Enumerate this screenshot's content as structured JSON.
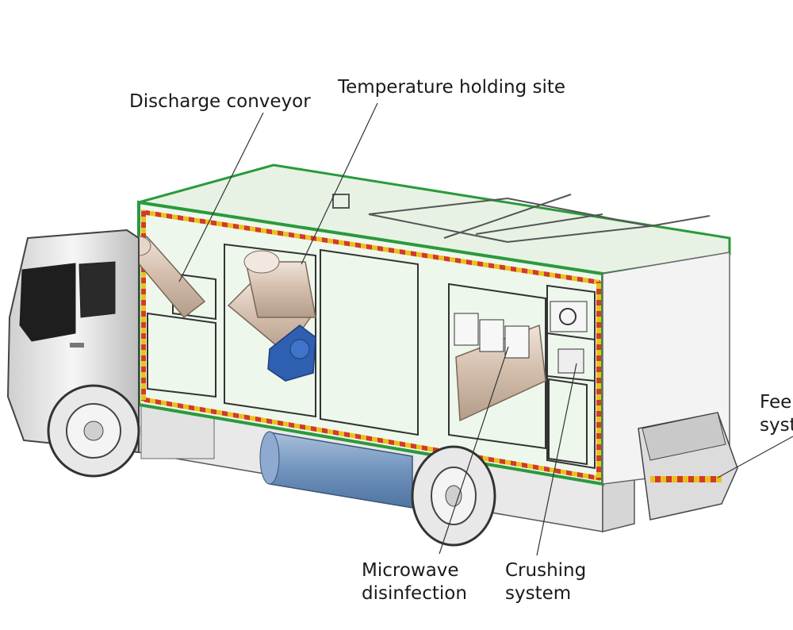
{
  "labels": {
    "discharge_conveyor": "Discharge conveyor",
    "temperature_holding_site": "Temperature holding site",
    "microwave_disinfection": [
      "Microwave",
      "disinfection"
    ],
    "crushing_system": [
      "Crushing",
      "system"
    ],
    "feeding_system": [
      "Fee",
      "syst"
    ]
  },
  "colors": {
    "frame_green": "#2a9a3c",
    "reflector_red": "#d23a2a",
    "reflector_yellow": "#e8c21c",
    "motor_blue": "#2f5fb0",
    "tank_blue": "#7e9fc4",
    "body_fill": "#eef7ec",
    "pipe_fill": "#d9c7b8"
  }
}
